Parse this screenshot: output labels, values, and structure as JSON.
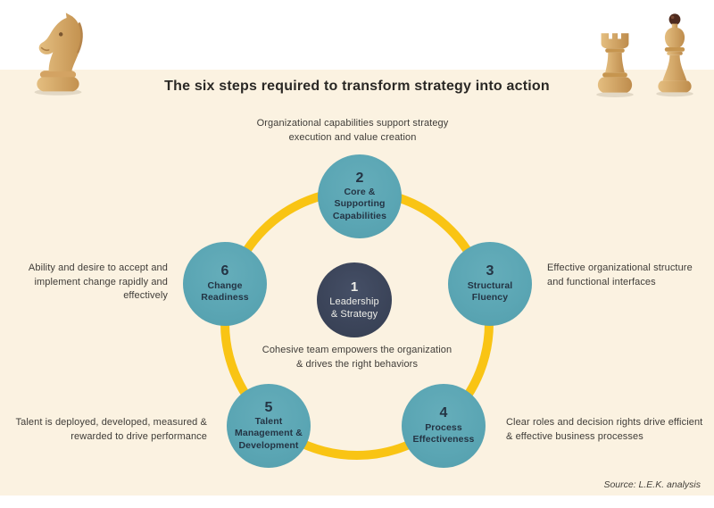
{
  "title": "The six steps required to transform strategy into action",
  "source": "Source: L.E.K. analysis",
  "colors": {
    "teal": "#5BA6B4",
    "navy": "#3B4459",
    "yellow": "#F9C414",
    "cream": "#FBF2E1",
    "ink": "#3F3C38"
  },
  "center": {
    "num": "1",
    "label": "Leadership\n& Strategy",
    "annotation": "Cohesive team empowers the organization\n& drives the right behaviors"
  },
  "steps": [
    {
      "num": "2",
      "label": "Core &\nSupporting\nCapabilities",
      "annotation": "Organizational capabilities support strategy\nexecution and value creation"
    },
    {
      "num": "3",
      "label": "Structural\nFluency",
      "annotation": "Effective organizational structure\nand functional interfaces"
    },
    {
      "num": "4",
      "label": "Process\nEffectiveness",
      "annotation": "Clear roles and decision rights drive efficient\n& effective business processes"
    },
    {
      "num": "5",
      "label": "Talent\nManagement &\nDevelopment",
      "annotation": "Talent is deployed, developed, measured &\nrewarded to drive performance"
    },
    {
      "num": "6",
      "label": "Change\nReadiness",
      "annotation": "Ability and desire to accept and\nimplement change rapidly and\neffectively"
    }
  ],
  "icons": {
    "knight": "knight-chess-piece",
    "rook": "rook-chess-piece",
    "bishop": "bishop-chess-piece"
  }
}
